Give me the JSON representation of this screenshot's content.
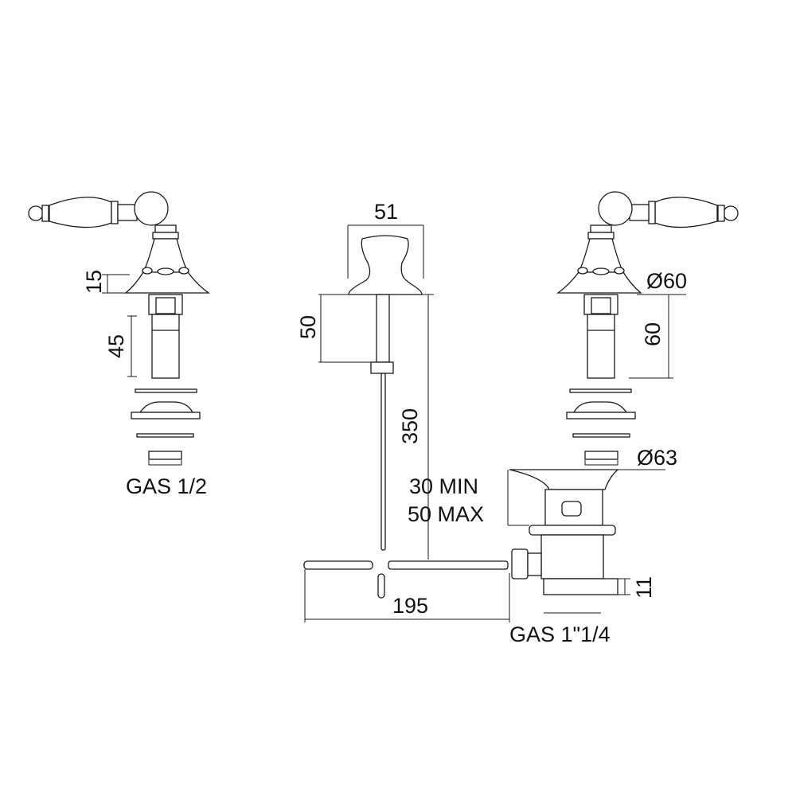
{
  "title": "Bidet mixer 3-hole set technical drawing",
  "colors": {
    "stroke": "#1a1a1a",
    "background": "#ffffff"
  },
  "left_valve": {
    "dim_flange": "15",
    "dim_body": "45",
    "thread": "GAS 1/2"
  },
  "center_spout": {
    "dim_width": "51",
    "dim_height": "50",
    "dim_rod": "350",
    "dim_lever": "195"
  },
  "right_valve": {
    "dim_diameter": "Ø60",
    "dim_body": "60"
  },
  "drain": {
    "dim_diameter": "Ø63",
    "dim_min": "30 MIN",
    "dim_max": "50 MAX",
    "dim_thread_len": "11",
    "thread": "GAS 1\"1/4"
  }
}
